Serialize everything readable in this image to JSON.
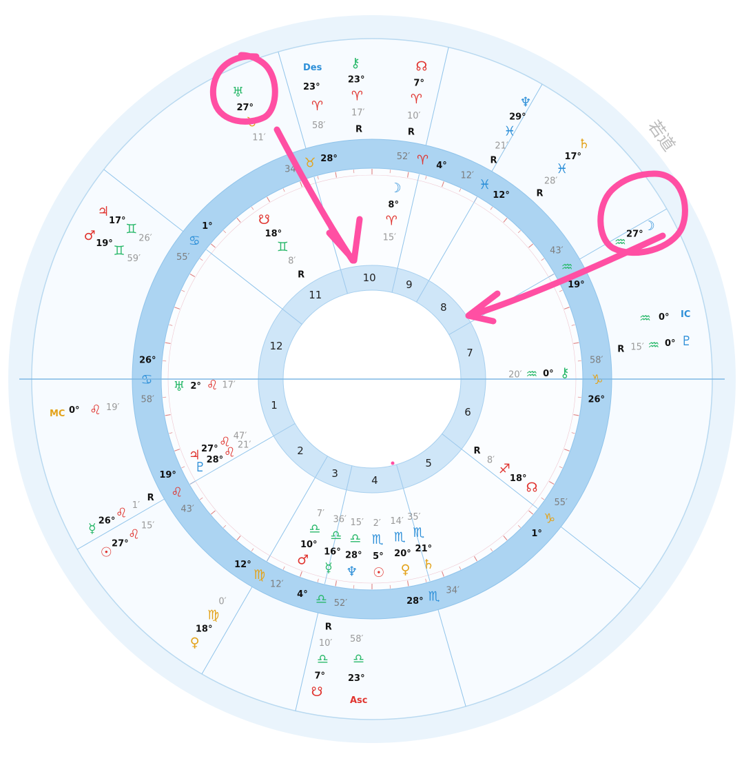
{
  "watermark": "若道",
  "colors": {
    "fire": "#e0342f",
    "earth": "#e3a21a",
    "air": "#29b86a",
    "water": "#2d8fd8",
    "annotation": "#ff4fa3",
    "ring": "#a9d3f1",
    "ring_light": "#cfe6f8"
  },
  "angle_labels": {
    "mc": {
      "label": "MC",
      "deg": "0°",
      "sign": "♌",
      "min": "19′"
    },
    "ic": {
      "label": "IC",
      "deg": "0°",
      "sign": "♒"
    },
    "des": {
      "label": "Des",
      "deg": "23°",
      "sign": "♈",
      "min": "58′"
    },
    "asc": {
      "label": "Asc",
      "deg": "23°",
      "sign": "♎",
      "min": "58′"
    }
  },
  "houses": [
    "1",
    "2",
    "3",
    "4",
    "5",
    "6",
    "7",
    "8",
    "9",
    "10",
    "11",
    "12"
  ],
  "cusps": [
    {
      "id": "c1",
      "deg": "26°",
      "sign": "♋",
      "min": "58′"
    },
    {
      "id": "c2",
      "deg": "19°",
      "sign": "♌",
      "min": "43′"
    },
    {
      "id": "c3",
      "deg": "12°",
      "sign": "♍",
      "min": "12′"
    },
    {
      "id": "c4",
      "deg": "4°",
      "sign": "♎",
      "min": "52′"
    },
    {
      "id": "c5",
      "deg": "28°",
      "sign": "♏",
      "min": "34′"
    },
    {
      "id": "c6",
      "deg": "1°",
      "sign": "♑",
      "min": "55′"
    },
    {
      "id": "c7",
      "deg": "26°",
      "sign": "♑",
      "min": "58′"
    },
    {
      "id": "c8",
      "deg": "19°",
      "sign": "♒",
      "min": "43′"
    },
    {
      "id": "c9",
      "deg": "12°",
      "sign": "♓",
      "min": "12′"
    },
    {
      "id": "c10",
      "deg": "4°",
      "sign": "♈",
      "min": "52′"
    },
    {
      "id": "c11",
      "deg": "28°",
      "sign": "♉",
      "min": "34′"
    },
    {
      "id": "c12",
      "deg": "1°",
      "sign": "♋",
      "min": "55′"
    }
  ],
  "inner_planets": [
    {
      "id": "moon",
      "glyph": "☽",
      "deg": "8°",
      "sign": "♈",
      "min": "15′",
      "r": ""
    },
    {
      "id": "snode",
      "glyph": "☋",
      "deg": "18°",
      "sign": "♊",
      "min": "8′",
      "r": "R"
    },
    {
      "id": "uranus",
      "glyph": "♅",
      "deg": "2°",
      "sign": "♌",
      "min": "17′",
      "r": ""
    },
    {
      "id": "jupiter",
      "glyph": "♃",
      "deg": "27°",
      "sign": "♌",
      "min": "47′",
      "r": ""
    },
    {
      "id": "pluto",
      "glyph": "♇",
      "deg": "28°",
      "sign": "♌",
      "min": "21′",
      "r": ""
    },
    {
      "id": "mars",
      "glyph": "♂",
      "deg": "10°",
      "sign": "♎",
      "min": "7′",
      "r": ""
    },
    {
      "id": "mercury",
      "glyph": "☿",
      "deg": "16°",
      "sign": "♎",
      "min": "36′",
      "r": ""
    },
    {
      "id": "neptune",
      "glyph": "♆",
      "deg": "28°",
      "sign": "♎",
      "min": "15′",
      "r": ""
    },
    {
      "id": "sun",
      "glyph": "☉",
      "deg": "5°",
      "sign": "♏",
      "min": "2′",
      "r": ""
    },
    {
      "id": "venus",
      "glyph": "♀",
      "deg": "20°",
      "sign": "♏",
      "min": "14′",
      "r": ""
    },
    {
      "id": "saturn",
      "glyph": "♄",
      "deg": "21°",
      "sign": "♏",
      "min": "35′",
      "r": ""
    },
    {
      "id": "nnode",
      "glyph": "☊",
      "deg": "18°",
      "sign": "♐",
      "min": "8′",
      "r": "R"
    },
    {
      "id": "chiron",
      "glyph": "⚷",
      "deg": "0°",
      "sign": "♒",
      "min": "20′",
      "r": ""
    }
  ],
  "outer_planets": [
    {
      "id": "o-uranus",
      "glyph": "♅",
      "deg": "27°",
      "sign": "♉",
      "min": "11′",
      "r": ""
    },
    {
      "id": "o-chiron",
      "glyph": "⚷",
      "deg": "23°",
      "sign": "♈",
      "min": "17′",
      "r": "R"
    },
    {
      "id": "o-nnode",
      "glyph": "☊",
      "deg": "7°",
      "sign": "♈",
      "min": "10′",
      "r": "R"
    },
    {
      "id": "o-neptune",
      "glyph": "♆",
      "deg": "29°",
      "sign": "♓",
      "min": "21′",
      "r": "R"
    },
    {
      "id": "o-saturn",
      "glyph": "♄",
      "deg": "17°",
      "sign": "♓",
      "min": "28′",
      "r": "R"
    },
    {
      "id": "o-moon",
      "glyph": "☽",
      "deg": "27°",
      "sign": "♒",
      "min": "",
      "r": ""
    },
    {
      "id": "o-pluto",
      "glyph": "♇",
      "deg": "0°",
      "sign": "♒",
      "min": "15′",
      "r": "R"
    },
    {
      "id": "o-jupiter",
      "glyph": "♃",
      "deg": "17°",
      "sign": "♊",
      "min": "26′",
      "r": ""
    },
    {
      "id": "o-mars",
      "glyph": "♂",
      "deg": "19°",
      "sign": "♊",
      "min": "59′",
      "r": ""
    },
    {
      "id": "o-mercury",
      "glyph": "☿",
      "deg": "26°",
      "sign": "♌",
      "min": "1′",
      "r": "R"
    },
    {
      "id": "o-sun",
      "glyph": "☉",
      "deg": "27°",
      "sign": "♌",
      "min": "15′",
      "r": ""
    },
    {
      "id": "o-venus",
      "glyph": "♀",
      "deg": "18°",
      "sign": "♍",
      "min": "0′",
      "r": ""
    },
    {
      "id": "o-snode",
      "glyph": "☋",
      "deg": "7°",
      "sign": "♎",
      "min": "10′",
      "r": "R"
    }
  ]
}
